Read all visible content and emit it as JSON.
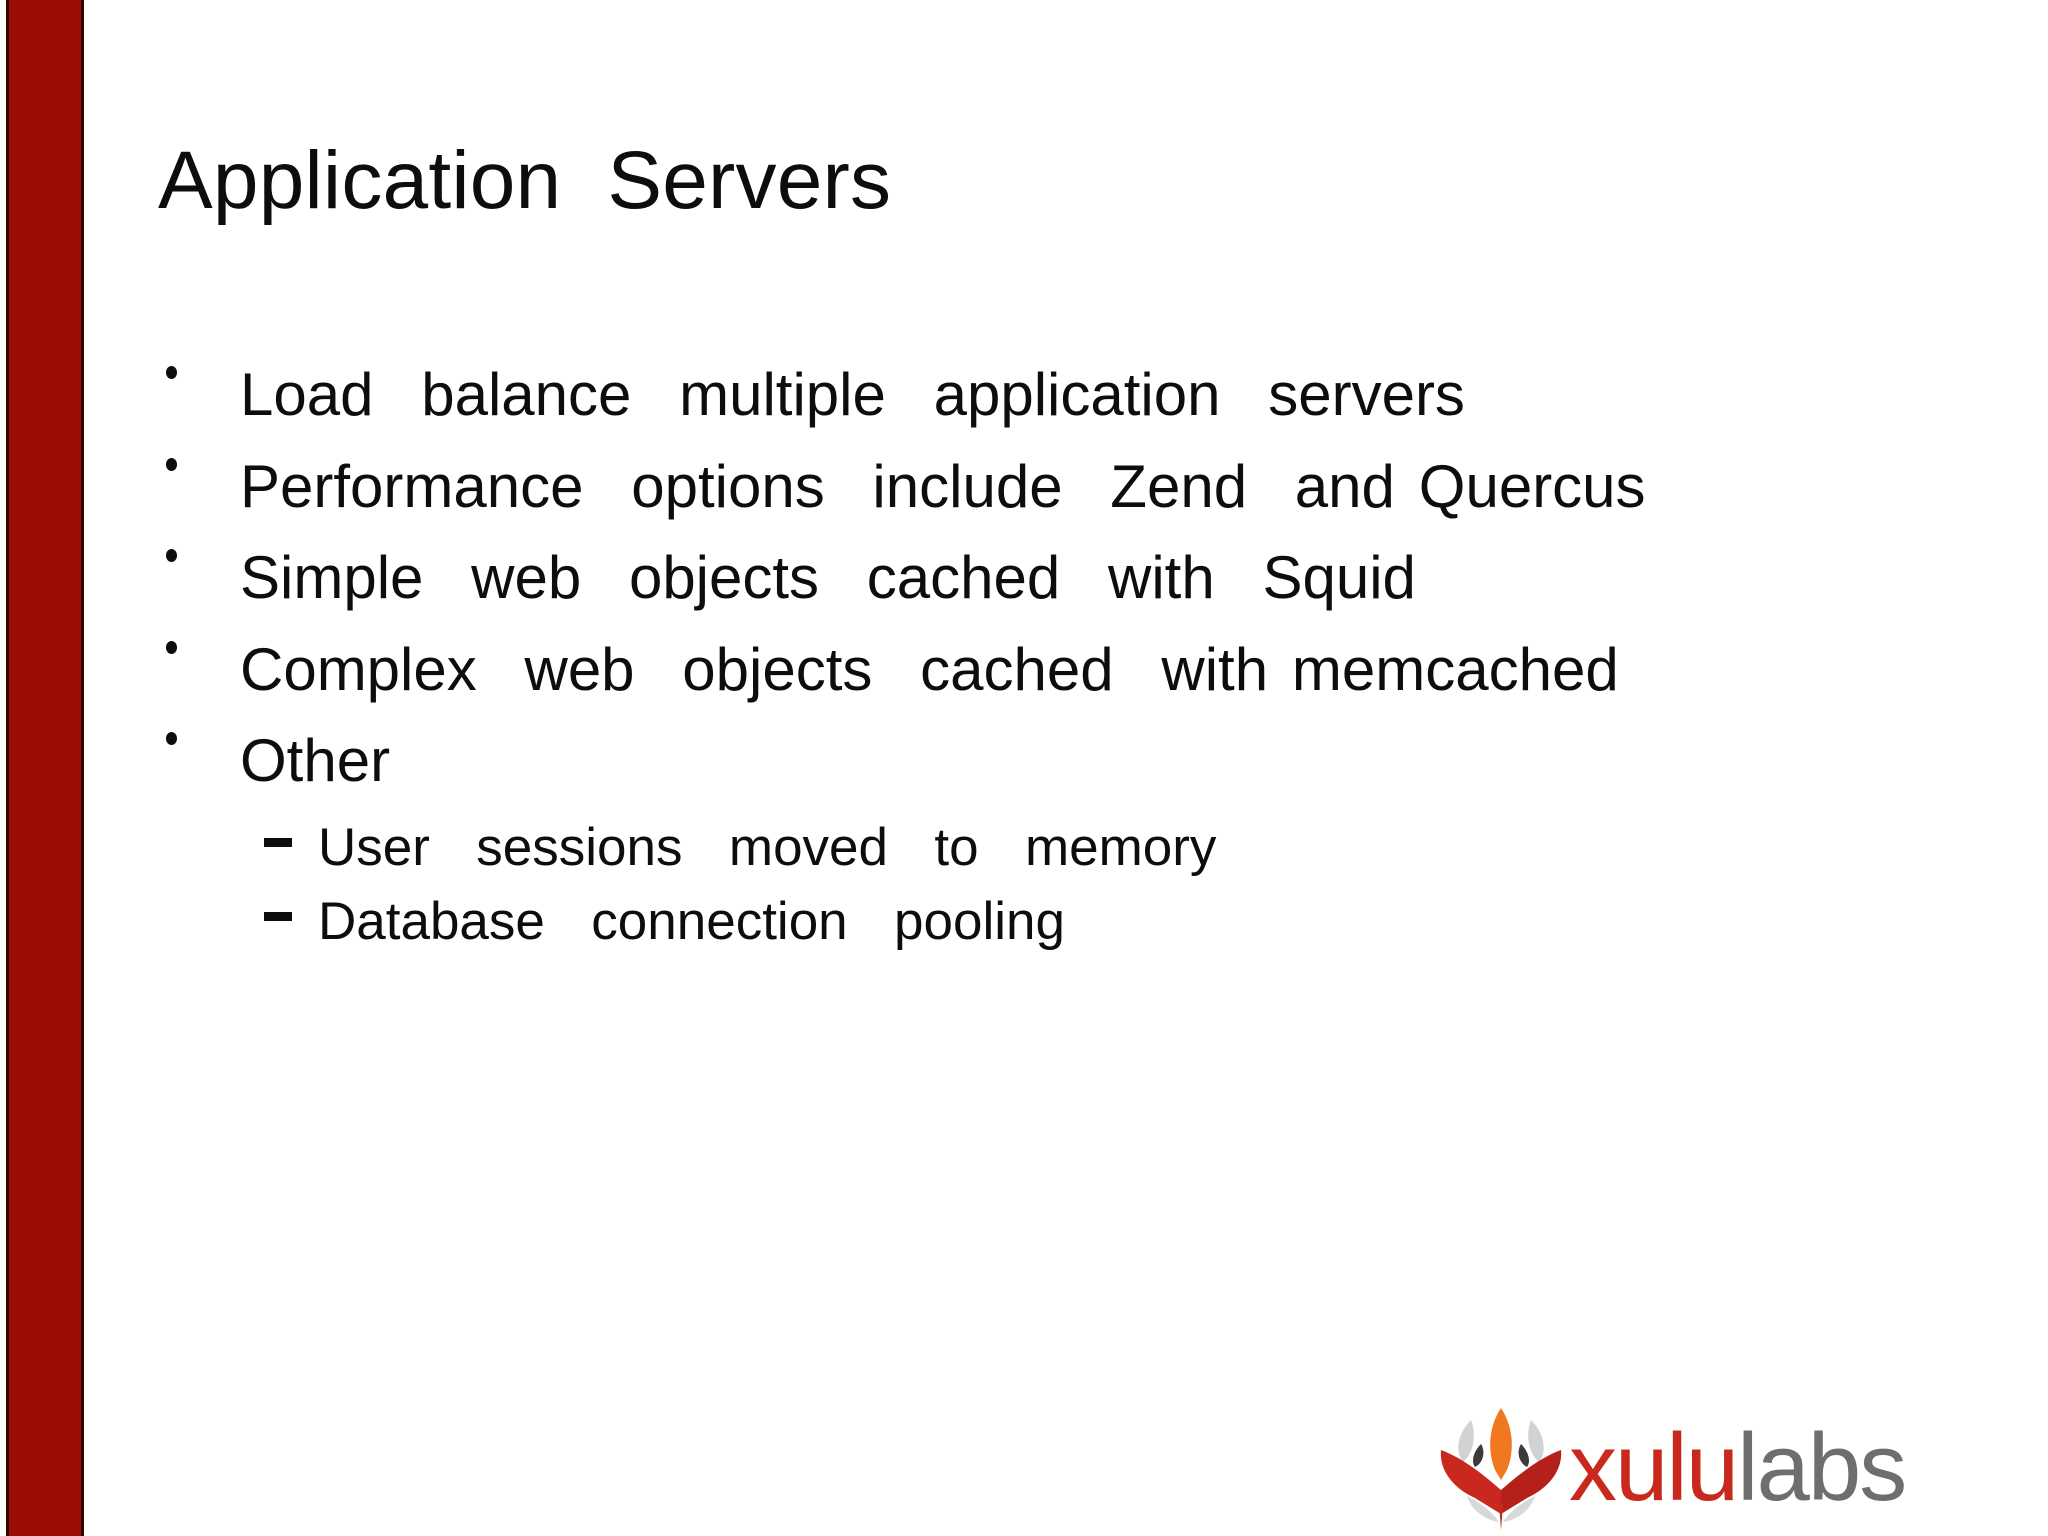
{
  "slide": {
    "title": "Application  Servers",
    "background_color": "#fffffd",
    "accent_bar_color": "#9c0d06",
    "text_color": "#0d0d0d",
    "bullets": [
      {
        "level": 1,
        "marker": "dot-bullet",
        "text": "Load  balance  multiple  application  servers"
      },
      {
        "level": 1,
        "marker": "dot-bullet",
        "text": "Performance  options  include  Zend  and Quercus"
      },
      {
        "level": 1,
        "marker": "dot-bullet",
        "text": "Simple  web  objects  cached  with  Squid"
      },
      {
        "level": 1,
        "marker": "dot-bullet",
        "text": "Complex  web  objects  cached  with memcached"
      },
      {
        "level": 1,
        "marker": "dot-bullet",
        "text": "Other"
      },
      {
        "level": 2,
        "marker": "dash-bullet",
        "text": "User  sessions  moved  to  memory"
      },
      {
        "level": 2,
        "marker": "dash-bullet",
        "text": "Database  connection  pooling"
      }
    ]
  },
  "logo": {
    "mark_name": "xululabs-flower-icon",
    "word_primary": "xulu",
    "word_secondary": "labs",
    "primary_color": "#c8281e",
    "secondary_color": "#6e6e6e",
    "accent_orange": "#f07820",
    "accent_silver": "#c9cbcd",
    "accent_dark": "#3b3b3b"
  }
}
